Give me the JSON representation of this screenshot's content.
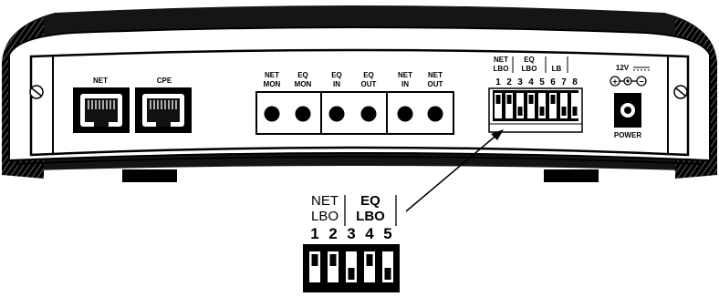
{
  "ports": {
    "rj45_left": "NET",
    "rj45_right": "CPE",
    "jacks": [
      {
        "top": "NET",
        "bottom": "MON"
      },
      {
        "top": "EQ",
        "bottom": "MON"
      },
      {
        "top": "EQ",
        "bottom": "IN"
      },
      {
        "top": "EQ",
        "bottom": "OUT"
      },
      {
        "top": "NET",
        "bottom": "IN"
      },
      {
        "top": "NET",
        "bottom": "OUT"
      }
    ]
  },
  "dip_small": {
    "group_net": {
      "top": "NET",
      "bottom": "LBO"
    },
    "group_eq": {
      "top": "EQ",
      "bottom": "LBO"
    },
    "group_lb": "LB",
    "numbers": [
      "1",
      "2",
      "3",
      "4",
      "5",
      "6",
      "7",
      "8"
    ]
  },
  "power": {
    "voltage": "12V",
    "label": "POWER",
    "plus_symbol": "+",
    "minus_symbol": "−"
  },
  "zoom": {
    "net_top": "NET",
    "net_bottom": "LBO",
    "eq_top": "EQ",
    "eq_bottom": "LBO",
    "numbers": [
      "1",
      "2",
      "3",
      "4",
      "5"
    ]
  }
}
